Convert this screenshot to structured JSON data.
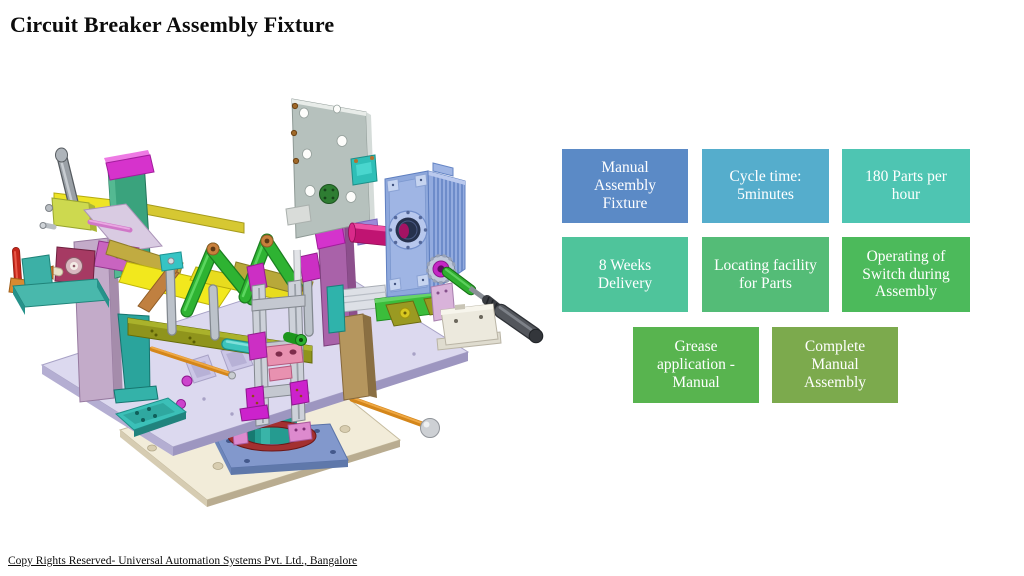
{
  "title": "Circuit Breaker Assembly Fixture",
  "footer": {
    "text": "Copy Rights Reserved- Universal Automation Systems Pvt. Ltd., Bangalore"
  },
  "figure": {
    "alt": "3D CAD render of a manual circuit breaker assembly fixture with base plates, toggle clamps, vertical gear plate, worm gearbox and hand crank",
    "palette": {
      "base_plate_cream": "#f2ecd9",
      "top_plate_lavender": "#dcd9ef",
      "gearbox_blue": "#8ea8dc",
      "cylinder_teal": "#259b90",
      "ring_dark_red": "#a33030",
      "accent_magenta": "#d433cc",
      "accent_green": "#2eb332",
      "accent_yellow": "#f2e81d"
    }
  },
  "info_boxes": [
    {
      "label": "Manual\nAssembly\nFixture",
      "color": "#5B8AC6"
    },
    {
      "label": "Cycle time:\n5minutes",
      "color": "#55ADCC"
    },
    {
      "label": "180 Parts per\nhour",
      "color": "#4EC5B2"
    },
    {
      "label": "8 Weeks\nDelivery",
      "color": "#4FC49B"
    },
    {
      "label": "Locating facility\nfor Parts",
      "color": "#54BC77"
    },
    {
      "label": "Operating of\nSwitch during\nAssembly",
      "color": "#4CBA5B"
    },
    {
      "label": "Grease\napplication -\nManual",
      "color": "#58B44F"
    },
    {
      "label": "Complete\nManual\nAssembly",
      "color": "#7CAA4D"
    }
  ]
}
